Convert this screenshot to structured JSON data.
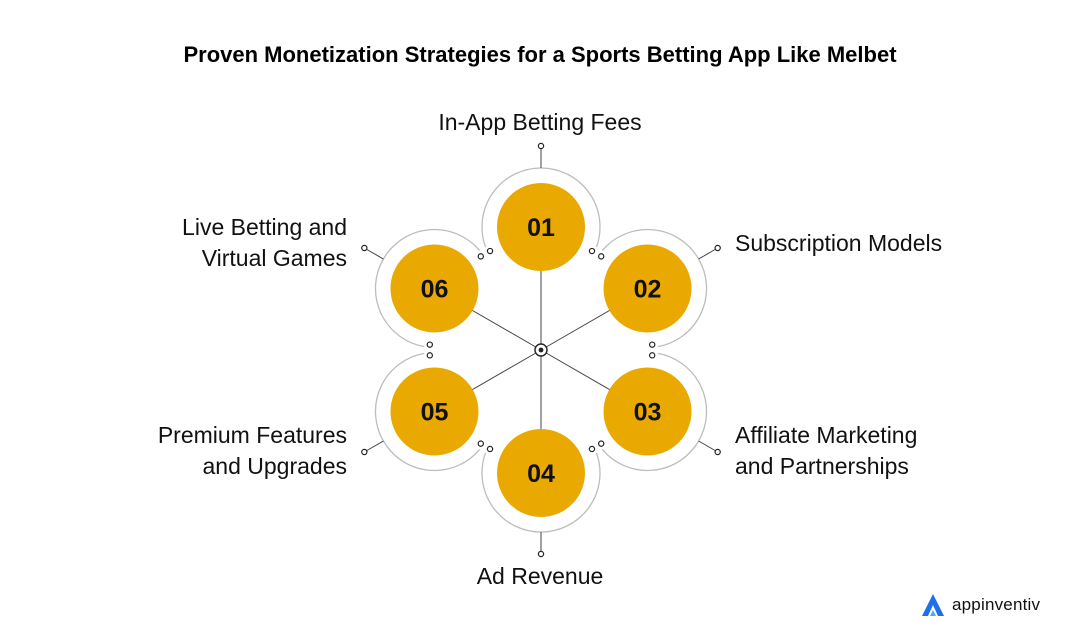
{
  "title": "Proven Monetization Strategies for a Sports Betting App Like Melbet",
  "accent_color": "#E9A900",
  "nodes": [
    {
      "number": "01",
      "label_lines": [
        "In-App Betting Fees"
      ]
    },
    {
      "number": "02",
      "label_lines": [
        "Subscription Models"
      ]
    },
    {
      "number": "03",
      "label_lines": [
        "Affiliate Marketing",
        "and Partnerships"
      ]
    },
    {
      "number": "04",
      "label_lines": [
        "Ad Revenue"
      ]
    },
    {
      "number": "05",
      "label_lines": [
        "Premium Features",
        "and Upgrades"
      ]
    },
    {
      "number": "06",
      "label_lines": [
        "Live Betting and",
        "Virtual Games"
      ]
    }
  ],
  "brand": {
    "name": "appinventiv",
    "logo_icon": "appinventiv-logo-icon"
  }
}
